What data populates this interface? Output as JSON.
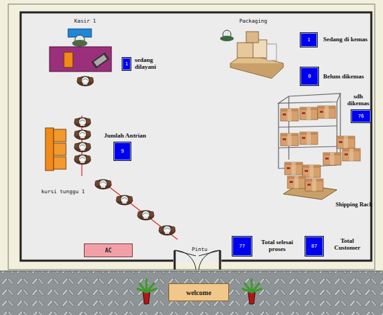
{
  "diagram": {
    "nodes": [
      {
        "text": [
          "1",
          "Sedang di kemas"
        ]
      },
      {
        "text": [
          "1",
          "sedang dilayani"
        ]
      },
      {
        "text": [
          "0",
          "Belum dikemas"
        ]
      },
      {
        "text": [
          "sdh dikemas",
          "76"
        ]
      },
      {
        "text": [
          "Jumlah Antrian",
          "9"
        ]
      },
      {
        "text": [
          "77",
          "Total selesai proses"
        ]
      },
      {
        "text": [
          "87",
          "Total Customer"
        ]
      },
      {
        "text": [
          "AC"
        ]
      },
      {
        "text": [
          "welcome"
        ]
      }
    ],
    "labels": [
      "Kasir 1",
      "Packaging",
      "kursi tunggu 1",
      "Shipping Rack",
      "Pintu"
    ]
  }
}
